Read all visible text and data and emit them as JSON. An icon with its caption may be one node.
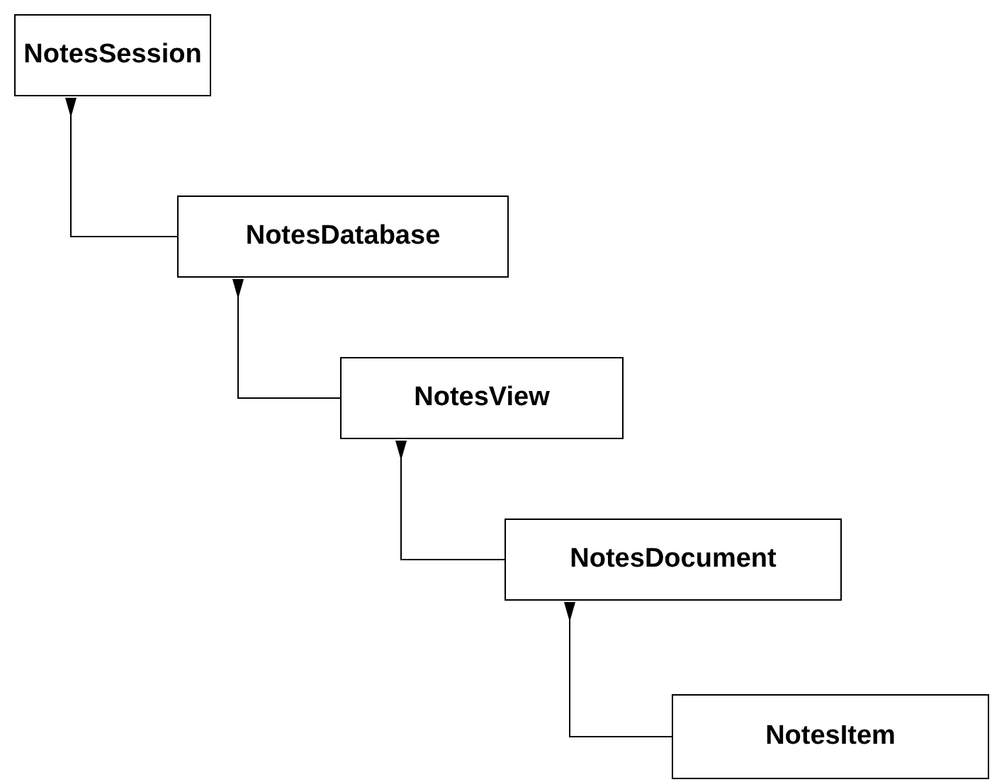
{
  "diagram": {
    "nodes": [
      {
        "text": [
          "NotesSession"
        ]
      },
      {
        "text": [
          "NotesDatabase"
        ]
      },
      {
        "text": [
          "NotesView"
        ]
      },
      {
        "text": [
          "NotesDocument"
        ]
      },
      {
        "text": [
          "NotesItem"
        ]
      }
    ],
    "edges": [
      {
        "from": 0,
        "to": 1,
        "arrow": "other"
      },
      {
        "from": 1,
        "to": 2,
        "arrow": "other"
      },
      {
        "from": 2,
        "to": 3,
        "arrow": "other"
      },
      {
        "from": 3,
        "to": 4,
        "arrow": "other"
      }
    ]
  }
}
